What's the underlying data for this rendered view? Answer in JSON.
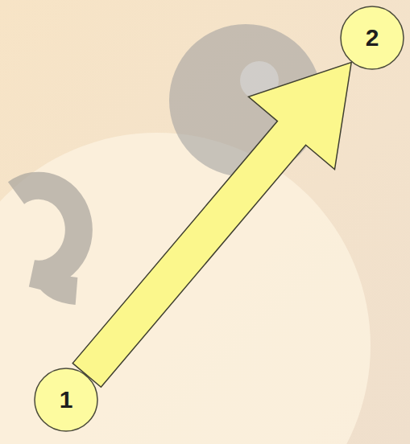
{
  "diagram": {
    "nodes": [
      {
        "text": [
          "1"
        ]
      },
      {
        "text": [
          "2"
        ]
      }
    ],
    "edges": [
      {
        "from": 0,
        "to": 1,
        "arrow": "to"
      }
    ]
  }
}
